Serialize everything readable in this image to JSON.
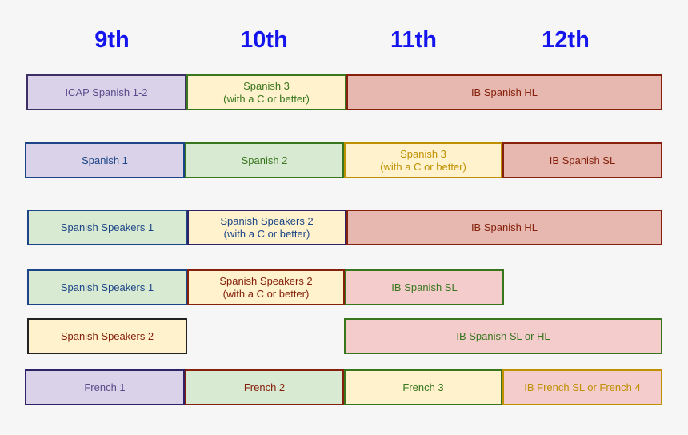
{
  "colors": {
    "background": "#f6f6f6",
    "header_blue": "#1414ee",
    "lavender": "#d9d2e9",
    "light_green": "#d9ead3",
    "light_yellow": "#fff2cc",
    "salmon": "#e6b8af",
    "pink": "#f4cccc",
    "purple": "#5b4b8a",
    "dark_purple": "#3e2f66",
    "navy": "#1c4587",
    "navy_purple": "#2f2367",
    "green": "#38761d",
    "gold": "#bf9000",
    "dark_red": "#85200c",
    "near_black": "#222222"
  },
  "header": {
    "columns": [
      "9th",
      "10th",
      "11th",
      "12th"
    ]
  },
  "rows": [
    {
      "boxes": [
        {
          "label": "ICAP Spanish 1-2"
        },
        {
          "label": "Spanish 3",
          "sub": "(with a C or better)"
        },
        {
          "label": "IB Spanish HL"
        }
      ]
    },
    {
      "boxes": [
        {
          "label": "Spanish 1"
        },
        {
          "label": "Spanish 2"
        },
        {
          "label": "Spanish 3",
          "sub": "(with a C or better)"
        },
        {
          "label": "IB Spanish SL"
        }
      ]
    },
    {
      "boxes": [
        {
          "label": "Spanish Speakers 1"
        },
        {
          "label": "Spanish Speakers 2",
          "sub": "(with a C or better)"
        },
        {
          "label": "IB Spanish HL"
        }
      ]
    },
    {
      "boxes": [
        {
          "label": "Spanish Speakers 1"
        },
        {
          "label": "Spanish Speakers 2",
          "sub": "(with a C or better)"
        },
        {
          "label": "IB Spanish SL"
        }
      ]
    },
    {
      "boxes": [
        {
          "label": "Spanish Speakers 2"
        },
        {
          "label": "IB Spanish SL or HL"
        }
      ]
    },
    {
      "boxes": [
        {
          "label": "French 1"
        },
        {
          "label": "French 2"
        },
        {
          "label": "French 3"
        },
        {
          "label": "IB French SL or French 4"
        }
      ]
    }
  ]
}
